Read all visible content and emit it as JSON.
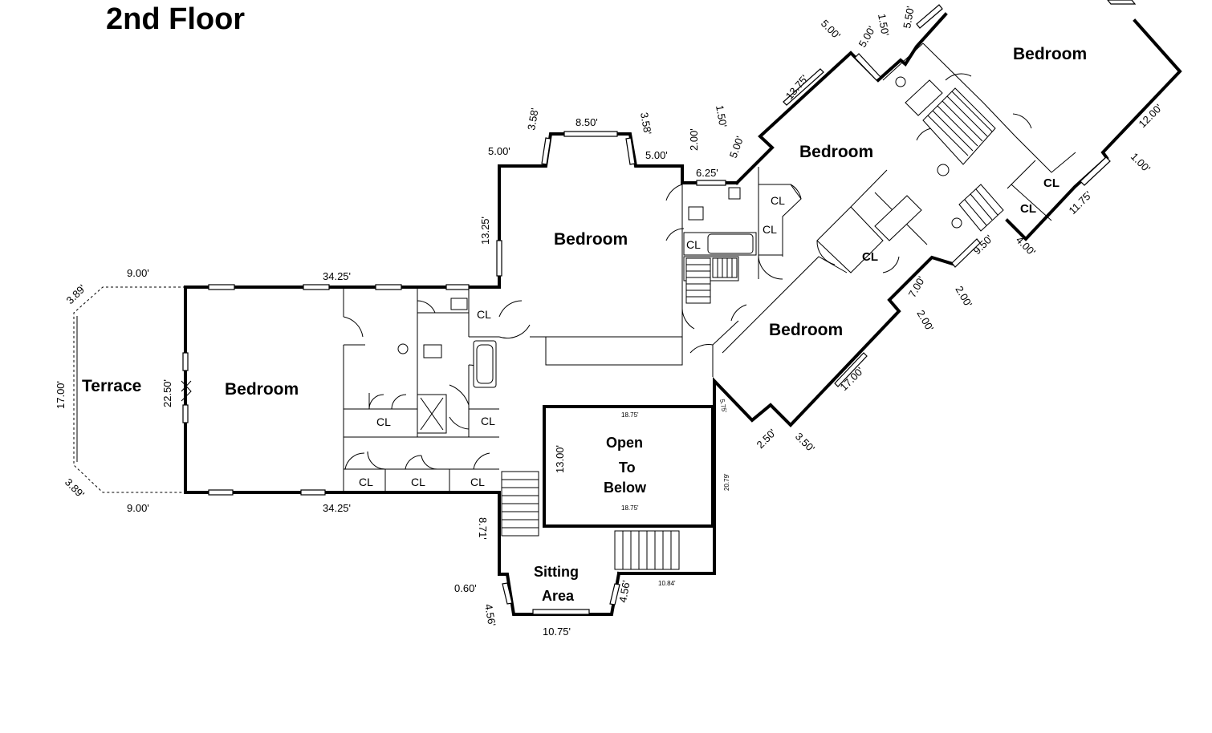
{
  "title": "2nd Floor",
  "rooms": {
    "bedroom_west": "Bedroom",
    "bedroom_center": "Bedroom",
    "bedroom_mid": "Bedroom",
    "bedroom_lower": "Bedroom",
    "bedroom_ne": "Bedroom",
    "terrace": "Terrace",
    "open_line1": "Open",
    "open_line2": "To",
    "open_line3": "Below",
    "sitting_line1": "Sitting",
    "sitting_line2": "Area"
  },
  "closets": {
    "cl1": "CL",
    "cl2": "CL",
    "cl3": "CL",
    "cl4": "CL",
    "cl5": "CL",
    "cl6": "CL",
    "cl7": "CL",
    "cl8": "CL",
    "cl9": "CL",
    "cl10": "CL",
    "cl11": "CL",
    "cl12": "CL"
  },
  "dimensions": {
    "terrace_top": "9.00'",
    "terrace_bottom": "9.00'",
    "terrace_diag_top": "3.89'",
    "terrace_diag_bottom": "3.89'",
    "terrace_height": "17.00'",
    "west_bedroom_height": "22.50'",
    "west_top": "34.25'",
    "west_bottom": "34.25'",
    "center_left": "13.25'",
    "bay_left_run": "5.00'",
    "bay_angle_left": "3.58'",
    "bay_top": "8.50'",
    "bay_angle_right": "3.58'",
    "bay_right_run": "5.00'",
    "jog_200": "2.00'",
    "bath_top": "6.25'",
    "jog_150": "1.50'",
    "diag_500": "5.00'",
    "mid_top": "13.75'",
    "ne_500a": "5.00'",
    "ne_500b": "5.00'",
    "ne_150": "1.50'",
    "ne_550": "5.50'",
    "ne_right": "12.00'",
    "ne_100": "1.00'",
    "ne_1175": "11.75'",
    "ne_400": "4.00'",
    "ne_950": "9.50'",
    "mid_200": "2.00'",
    "mid_700": "7.00'",
    "lower_200": "2.00'",
    "lower_1700": "17.00'",
    "lower_250": "2.50'",
    "lower_350": "3.50'",
    "lower_575": "5.75'",
    "open_top": "18.75'",
    "open_bottom": "18.75'",
    "open_left": "13.00'",
    "open_right": "20.79'",
    "stair_871": "8.71'",
    "sitting_060": "0.60'",
    "sitting_456a": "4.56'",
    "sitting_456b": "4.56'",
    "sitting_1075": "10.75'",
    "sitting_1084": "10.84'"
  },
  "colors": {
    "line": "#000000",
    "background": "#ffffff"
  }
}
